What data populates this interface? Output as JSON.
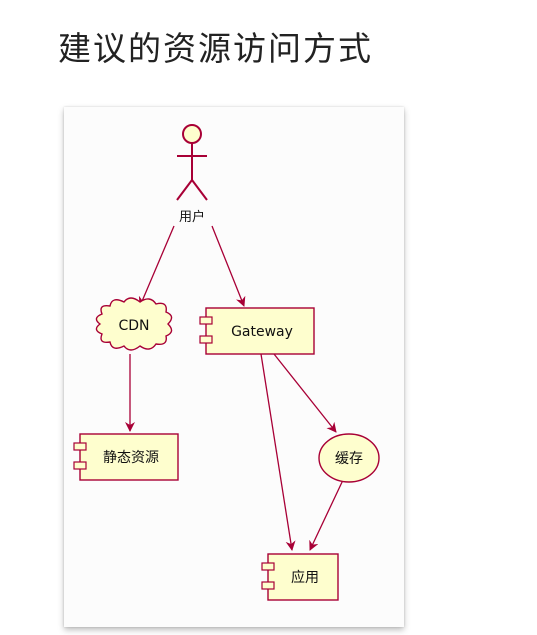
{
  "slide": {
    "title": "建议的资源访问方式"
  },
  "diagram": {
    "colors": {
      "node_fill": "#FEFECE",
      "node_border": "#A80036",
      "arrow": "#A80036",
      "text": "#111111"
    },
    "actor": {
      "label": "用户",
      "icon": "stick-figure-icon"
    },
    "nodes": {
      "cdn": {
        "label": "CDN",
        "shape": "cloud"
      },
      "gateway": {
        "label": "Gateway",
        "shape": "component"
      },
      "static": {
        "label": "静态资源",
        "shape": "component"
      },
      "cache": {
        "label": "缓存",
        "shape": "ellipse"
      },
      "app": {
        "label": "应用",
        "shape": "component"
      }
    },
    "edges": [
      {
        "from": "用户",
        "to": "CDN"
      },
      {
        "from": "用户",
        "to": "Gateway"
      },
      {
        "from": "CDN",
        "to": "静态资源"
      },
      {
        "from": "Gateway",
        "to": "缓存"
      },
      {
        "from": "Gateway",
        "to": "应用"
      },
      {
        "from": "缓存",
        "to": "应用"
      }
    ]
  }
}
